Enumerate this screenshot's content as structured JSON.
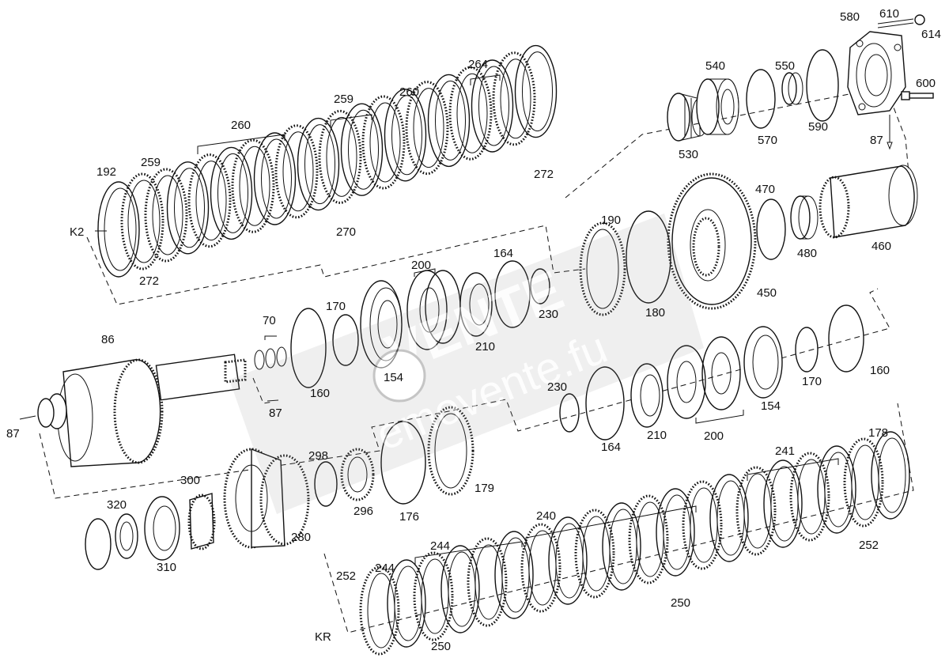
{
  "labels": {
    "l580": "580",
    "l610": "610",
    "l614": "614",
    "l600": "600",
    "l540": "540",
    "l550": "550",
    "l530": "530",
    "l570": "570",
    "l590": "590",
    "l87a": "87",
    "l264": "264",
    "l259a": "259",
    "l260a": "260",
    "l260b": "260",
    "l192": "192",
    "l259b": "259",
    "l272a": "272",
    "l272b": "272",
    "l270": "270",
    "lK2": "K2",
    "l190": "190",
    "l470": "470",
    "l480": "480",
    "l460": "460",
    "l450": "450",
    "l180": "180",
    "l200a": "200",
    "l164a": "164",
    "l230a": "230",
    "l210a": "210",
    "l70": "70",
    "l170a": "170",
    "l154a": "154",
    "l160a": "160",
    "l87b": "87",
    "l86": "86",
    "l87c": "87",
    "l230b": "230",
    "l164b": "164",
    "l210b": "210",
    "l200b": "200",
    "l154b": "154",
    "l170b": "170",
    "l160b": "160",
    "l178": "178",
    "l241": "241",
    "l240": "240",
    "l244a": "244",
    "l244b": "244",
    "l252a": "252",
    "l252b": "252",
    "l250a": "250",
    "l250b": "250",
    "lKR": "KR",
    "l298": "298",
    "l296": "296",
    "l300": "300",
    "l320": "320",
    "l310": "310",
    "l280": "280",
    "l176": "176",
    "l179": "179"
  },
  "watermark": {
    "line1": "VENTE",
    "line2": "emoventе.fu"
  },
  "colors": {
    "line": "#111111",
    "watermark": "#8c8c8c"
  }
}
